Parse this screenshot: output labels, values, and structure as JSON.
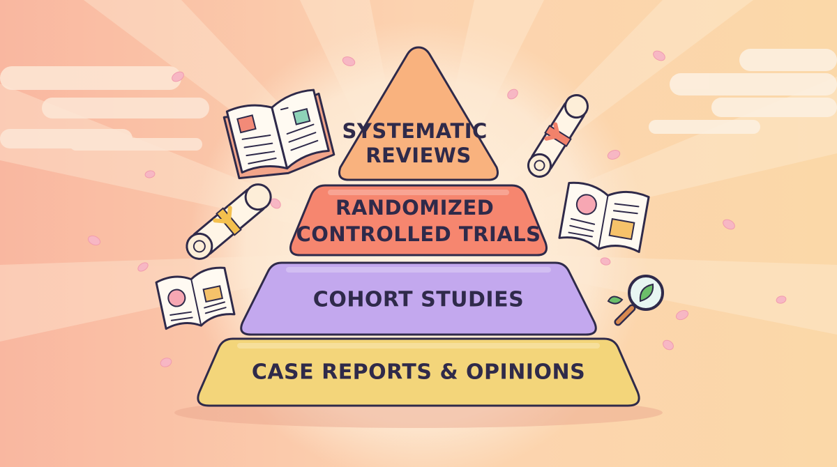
{
  "pyramid": {
    "tiers": [
      {
        "label_lines": [
          "SYSTEMATIC",
          "REVIEWS"
        ],
        "color": "#f9b27e"
      },
      {
        "label_lines": [
          "RANDOMIZED",
          "CONTROLLED TRIALS"
        ],
        "color": "#f6866f"
      },
      {
        "label_lines": [
          "COHORT STUDIES"
        ],
        "color": "#c3a8ee"
      },
      {
        "label_lines": [
          "CASE REPORTS & OPINIONS"
        ],
        "color": "#f3d57a"
      }
    ],
    "outline_color": "#2f2a4a"
  },
  "decorations": {
    "icons": [
      "open-book-icon",
      "scroll-diploma-icon",
      "brain-book-icon",
      "magnifying-glass-icon",
      "cherry-blossom-petal-icon"
    ]
  }
}
